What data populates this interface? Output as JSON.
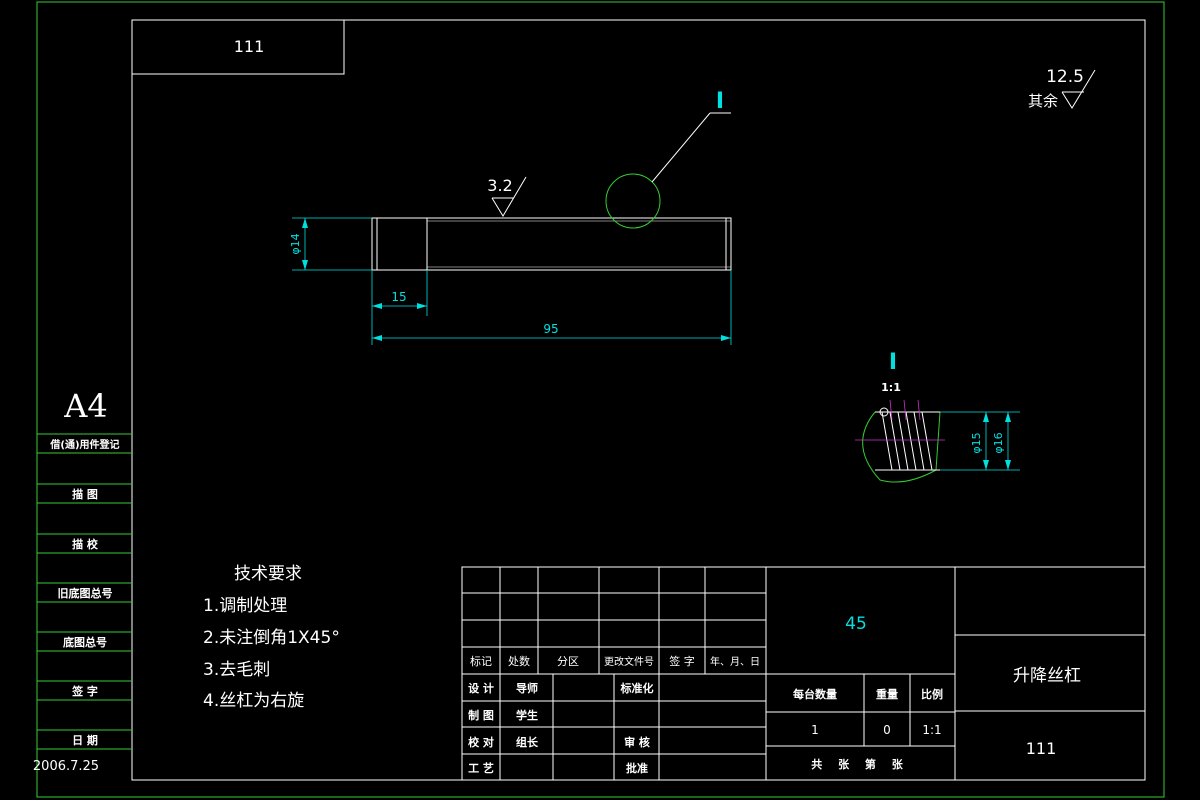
{
  "colors": {
    "frame": "#33cc33",
    "part": "#ffffff",
    "dim": "#00e0e0",
    "text": "#ffffff",
    "detail_circle": "#33cc33",
    "thread_center": "#cc33cc"
  },
  "title_box": {
    "text": "111"
  },
  "roughness_general": {
    "value": "12.5",
    "label": "其余"
  },
  "roughness_surface": {
    "value": "3.2"
  },
  "detail_marker": {
    "label": "I"
  },
  "dimensions": {
    "diameter": "φ14",
    "len_short": "15",
    "len_total": "95"
  },
  "detail_view": {
    "label": "I",
    "scale": "1:1",
    "dia_inner": "φ15",
    "dia_outer": "φ16"
  },
  "format": {
    "size": "A4"
  },
  "sidebar": {
    "rows": [
      "借(通)用件登记",
      "描 图",
      "描 校",
      "旧底图总号",
      "底图总号",
      "签 字",
      "日 期"
    ],
    "date": "2006.7.25"
  },
  "tech_requirements": {
    "title": "技术要求",
    "items": [
      "1.调制处理",
      "2.未注倒角1X45°",
      "3.去毛刺",
      "4.丝杠为右旋"
    ]
  },
  "title_block": {
    "header_labels": [
      "标记",
      "处数",
      "分区",
      "更改文件号",
      "签 字",
      "年、月、日"
    ],
    "design": "设 计",
    "supervisor": "导师",
    "standardization": "标准化",
    "drafting": "制 图",
    "student": "学生",
    "check": "校 对",
    "leader": "组长",
    "review": "审 核",
    "process": "工 艺",
    "approve": "批准",
    "material": "45",
    "qty_label": "每台数量",
    "weight_label": "重量",
    "ratio_label": "比例",
    "qty_value": "1",
    "weight_value": "0",
    "ratio_value": "1:1",
    "sheets": "共 张 第 张",
    "part_name": "升降丝杠",
    "drawing_no": "111"
  }
}
